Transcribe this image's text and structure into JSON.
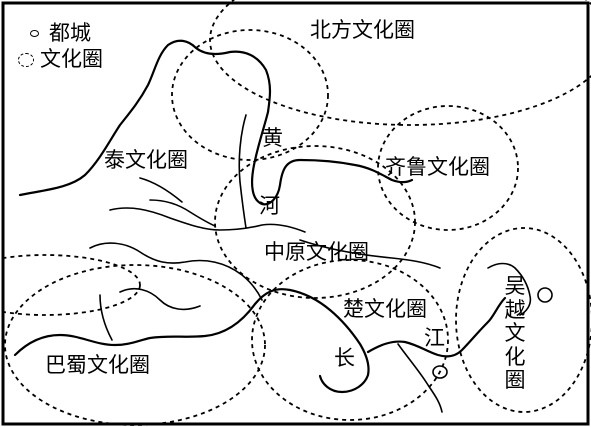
{
  "legend": {
    "capital_label": "都城",
    "capital_icon": "small-ring-icon",
    "culture_circle_label": "文化圈",
    "culture_circle_icon": "dashed-circle-icon"
  },
  "regions": {
    "north": "北方文化圈",
    "qin": "泰文化圈",
    "qilu": "齐鲁文化圈",
    "central": "中原文化圈",
    "chu": "楚文化圈",
    "bashu": "巴蜀文化圈",
    "wuyue": "吴越文化圈"
  },
  "rivers": {
    "yellow_1": "黄",
    "yellow_2": "河",
    "yangtze_1": "长",
    "yangtze_2": "江"
  }
}
